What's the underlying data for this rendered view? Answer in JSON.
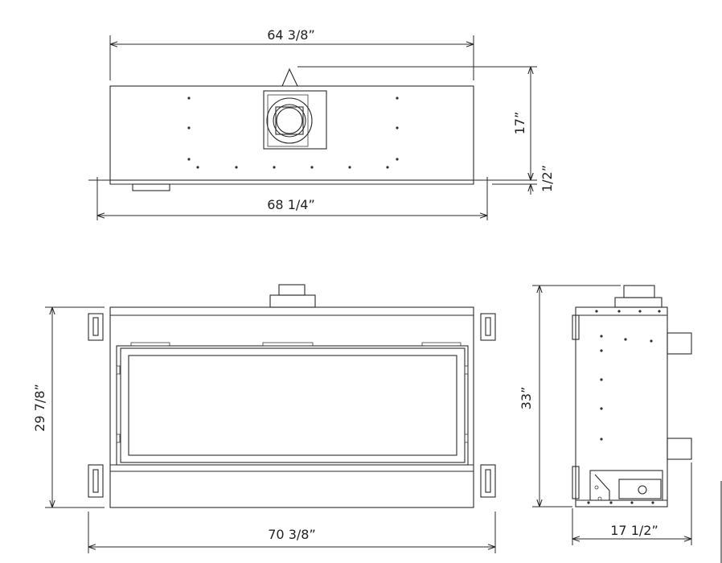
{
  "dimensions": {
    "top_width": "64 3/8”",
    "top_depth": "17”",
    "top_half": "1/2”",
    "top_base": "68 1/4”",
    "front_height": "29 7/8”",
    "front_width": "70 3/8”",
    "side_height": "33”",
    "side_depth": "17 1/2”"
  }
}
